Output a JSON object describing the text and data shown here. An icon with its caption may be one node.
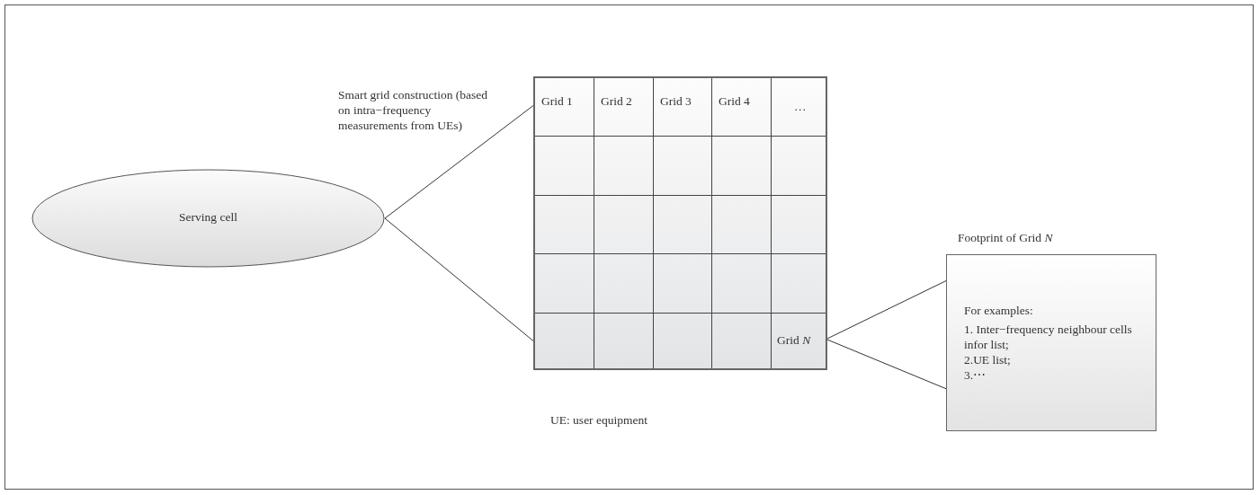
{
  "diagram": {
    "nodes": [
      {
        "text": [
          "Serving cell"
        ]
      },
      {
        "text": [],
        "shape": "box"
      },
      {
        "text": [
          "Grid 1"
        ],
        "in": 1
      },
      {
        "text": [
          "Grid 2"
        ],
        "in": 1
      },
      {
        "text": [
          "Grid 3"
        ],
        "in": 1
      },
      {
        "text": [
          "Grid 4"
        ],
        "in": 1
      },
      {
        "text": [
          "…"
        ],
        "in": 1
      },
      {
        "text": [],
        "shape": "box",
        "in": 1
      },
      {
        "text": [],
        "shape": "box",
        "in": 1
      },
      {
        "text": [],
        "shape": "box",
        "in": 1
      },
      {
        "text": [],
        "shape": "box",
        "in": 1
      },
      {
        "text": [],
        "shape": "box",
        "in": 1
      },
      {
        "text": [],
        "shape": "box",
        "in": 1
      },
      {
        "text": [],
        "shape": "box",
        "in": 1
      },
      {
        "text": [],
        "shape": "box",
        "in": 1
      },
      {
        "text": [],
        "shape": "box",
        "in": 1
      },
      {
        "text": [],
        "shape": "box",
        "in": 1
      },
      {
        "text": [],
        "shape": "box",
        "in": 1
      },
      {
        "text": [],
        "shape": "box",
        "in": 1
      },
      {
        "text": [],
        "shape": "box",
        "in": 1
      },
      {
        "text": [],
        "shape": "box",
        "in": 1
      },
      {
        "text": [],
        "shape": "box",
        "in": 1
      },
      {
        "text": [],
        "shape": "box",
        "in": 1
      },
      {
        "text": [],
        "shape": "box",
        "in": 1
      },
      {
        "text": [],
        "shape": "box",
        "in": 1
      },
      {
        "text": [],
        "shape": "box",
        "in": 1
      },
      {
        "text": [
          "Grid *N*"
        ],
        "in": 1
      },
      {
        "text": [
          "Footprint of Grid *N*",
          "For examples:",
          "1. Inter−frequency neighbour cells infor list;",
          "2.UE list;",
          "3.⋯"
        ]
      }
    ],
    "edges": [
      {
        "from": 0,
        "to": 2,
        "arrow": "none"
      },
      {
        "from": 0,
        "to": 22,
        "arrow": "none"
      },
      {
        "from": 26,
        "to": 27,
        "arrow": "none"
      },
      {
        "from": 26,
        "to": 27,
        "arrow": "none"
      }
    ],
    "labels": [
      "Smart grid construction (based on intra−frequency measurements from UEs)",
      "UE: user equipment"
    ]
  }
}
